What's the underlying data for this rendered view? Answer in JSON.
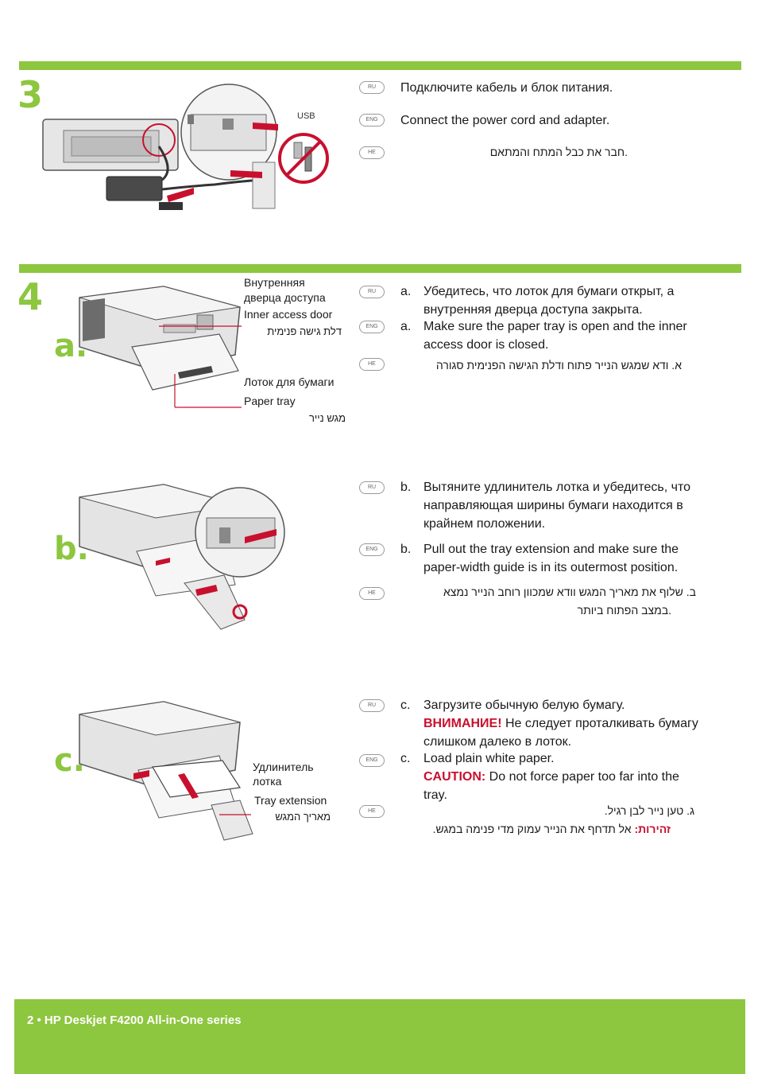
{
  "step3": {
    "number": "3",
    "usb_label": "USB",
    "ru": "Подключите кабель и блок питания.",
    "eng": "Connect the power cord and adapter.",
    "he": ".חבר את כבל המתח והמתאם"
  },
  "step4": {
    "number": "4",
    "lang_tags": {
      "ru": "RU",
      "eng": "ENG",
      "he": "HE"
    },
    "a": {
      "letter": "a.",
      "label_inner_ru_1": "Внутренняя",
      "label_inner_ru_2": "дверца доступа",
      "label_inner_en": "Inner access door",
      "label_inner_he": "דלת גישה פנימית",
      "label_tray_ru": "Лоток для бумаги",
      "label_tray_en": "Paper tray",
      "label_tray_he": "מגש נייר",
      "ru_letter": "a.",
      "ru_text": "Убедитесь, что лоток для бумаги открыт, а внутренняя дверца доступа закрыта.",
      "eng_letter": "a.",
      "eng_text": "Make sure the paper tray is open and the inner access door is closed.",
      "he_text": "א.  ודא שמגש הנייר פתוח ודלת הגישה הפנימית סגורה"
    },
    "b": {
      "letter": "b.",
      "ru_letter": "b.",
      "ru_text": "Вытяните удлинитель лотка и убедитесь, что направляющая ширины бумаги находится в крайнем положении.",
      "eng_letter": "b.",
      "eng_text": "Pull out the tray extension and make sure the paper-width guide is in its outermost position.",
      "he_text_1": "ב.   שלוף את מאריך המגש וודא שמכוון רוחב הנייר נמצא",
      "he_text_2": ".במצב הפתוח ביותר"
    },
    "c": {
      "letter": "c.",
      "label_ext_ru_1": "Удлинитель",
      "label_ext_ru_2": "лотка",
      "label_ext_en": "Tray extension",
      "label_ext_he": "מאריך המגש",
      "ru_letter": "c.",
      "ru_text": "Загрузите обычную белую бумагу.",
      "ru_caution_label": "ВНИМАНИЕ!",
      "ru_caution_text": " Не следует проталкивать бумагу слишком далеко в лоток.",
      "eng_letter": "c.",
      "eng_text": "Load plain white paper.",
      "eng_caution_label": "CAUTION:",
      "eng_caution_text": " Do not force paper too far into the tray.",
      "he_text_1": "ג.   טען נייר לבן רגיל.",
      "he_caution_label": "זהירות:",
      "he_caution_text": " אל תדחף את הנייר עמוק מדי פנימה במגש."
    }
  },
  "footer": {
    "text": "2 • HP Deskjet F4200 All-in-One series"
  },
  "colors": {
    "accent": "#8dc63f",
    "caution": "#c8102e"
  }
}
